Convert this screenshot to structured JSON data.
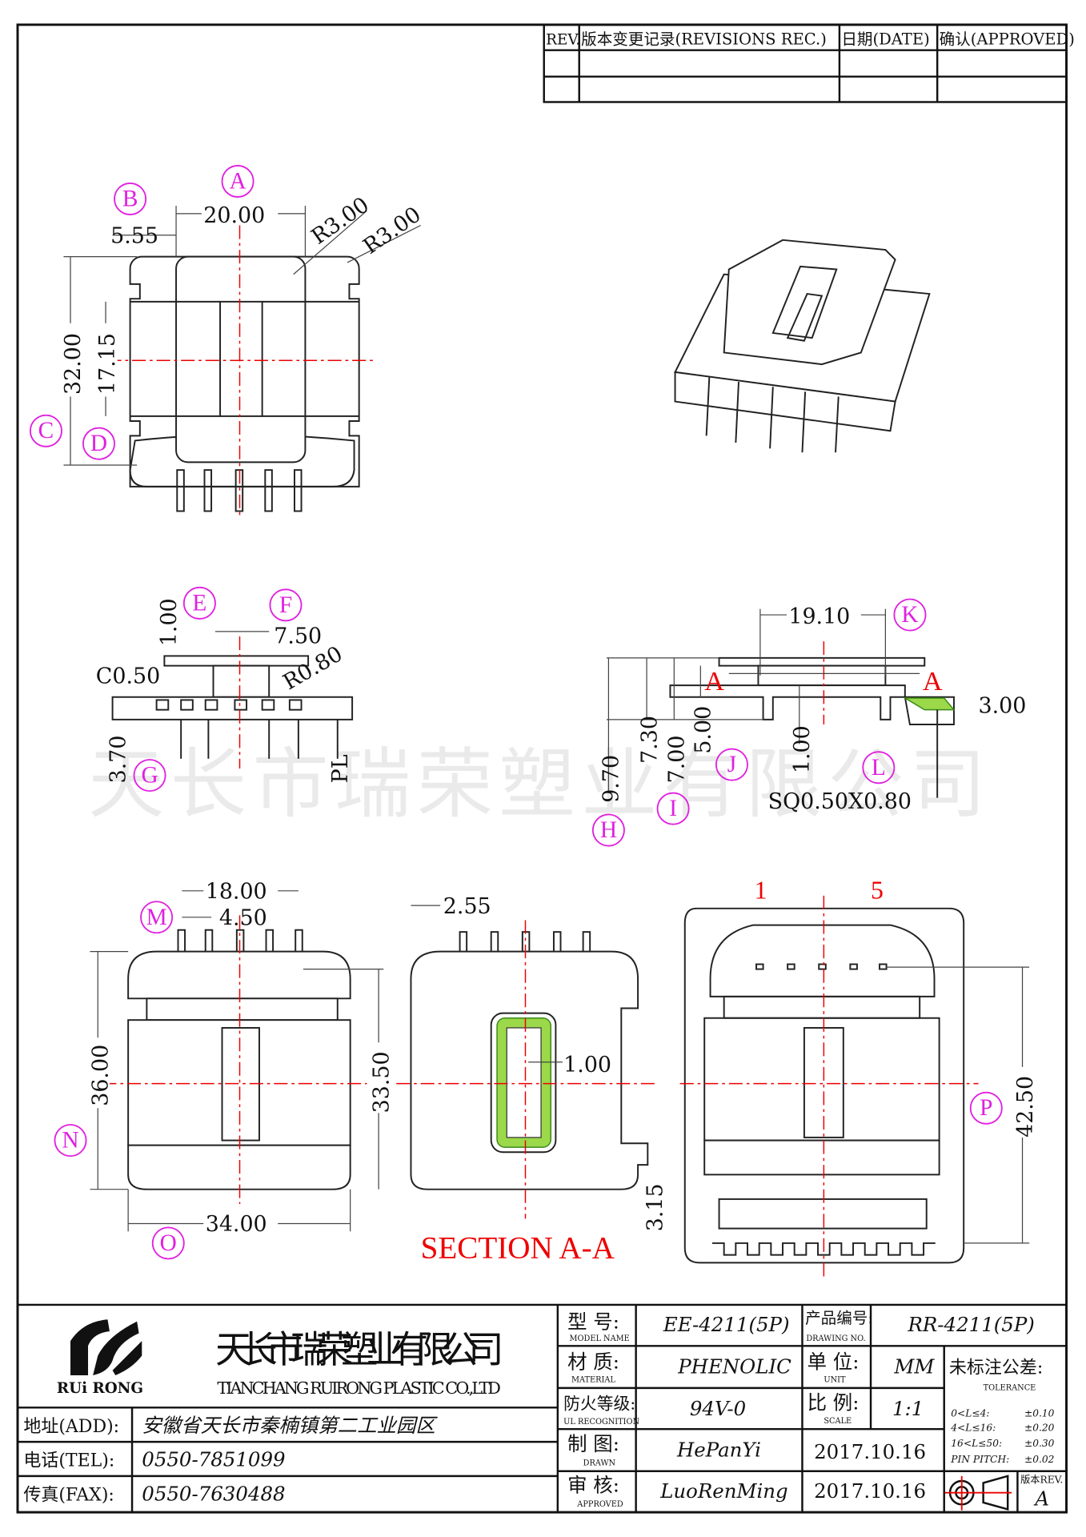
{
  "revisions": {
    "headers": [
      "REV.",
      "版本变更记录(REVISIONS REC.)",
      "日期(DATE)",
      "确认(APPROVED)"
    ],
    "rows": [
      [
        "",
        "",
        "",
        ""
      ],
      [
        "",
        "",
        "",
        ""
      ]
    ]
  },
  "callouts": {
    "A": "A",
    "B": "B",
    "C": "C",
    "D": "D",
    "E": "E",
    "F": "F",
    "G": "G",
    "H": "H",
    "I": "I",
    "J": "J",
    "K": "K",
    "L": "L",
    "M": "M",
    "N": "N",
    "O": "O",
    "P": "P"
  },
  "top_view": {
    "width": "20.00",
    "offset": "5.55",
    "radius1": "R3.00",
    "radius2": "R3.00",
    "height": "32.00",
    "window": "17.15"
  },
  "side_view_left": {
    "flange": "1.00",
    "top_width": "7.50",
    "chamfer": "C0.50",
    "radius": "R0.80",
    "base": "3.70",
    "pin_length": "PL"
  },
  "side_view_right": {
    "width": "19.10",
    "h1": "9.70",
    "h2": "7.30",
    "h3": "7.00",
    "h4": "5.00",
    "gap": "1.00",
    "pin_offset": "3.00",
    "pin_size": "SQ0.50X0.80",
    "section_mark": "A"
  },
  "front_view": {
    "pin_span": "18.00",
    "pin_pitch": "4.50",
    "height": "36.00",
    "inner_height": "33.50",
    "width": "34.00"
  },
  "section_view": {
    "pin_offset": "2.55",
    "wall": "1.00",
    "foot": "3.15",
    "label": "SECTION A-A"
  },
  "bottom_view": {
    "pin_first": "1",
    "pin_last": "5",
    "height": "42.50"
  },
  "watermark": "天长市瑞荣塑业有限公司",
  "title_block": {
    "logo_text": "RUi RONG",
    "company_cn": "天长市瑞荣塑业有限公司",
    "company_en": "TIANCHANG RUIRONG PLASTIC CO.,LTD",
    "address_label": "地址(ADD):",
    "address": "安徽省天长市秦楠镇第二工业园区",
    "tel_label": "电话(TEL):",
    "tel": "0550-7851099",
    "fax_label": "传真(FAX):",
    "fax": "0550-7630488",
    "model_label": "型 号:",
    "model_label_en": "MODEL NAME",
    "model": "EE-4211(5P)",
    "drawing_no_label": "产品编号:",
    "drawing_no_label_en": "DRAWING NO.",
    "drawing_no": "RR-4211(5P)",
    "material_label": "材 质:",
    "material_label_en": "MATERIAL",
    "material": "PHENOLIC",
    "unit_label": "单 位:",
    "unit_label_en": "UNIT",
    "unit": "MM",
    "ul_label": "防火等级:",
    "ul_label_en": "UL RECOGNITION",
    "ul": "94V-0",
    "scale_label": "比 例:",
    "scale_label_en": "SCALE",
    "scale": "1:1",
    "drawn_label": "制 图:",
    "drawn_label_en": "DRAWN",
    "drawn": "HePanYi",
    "drawn_date": "2017.10.16",
    "approved_label": "审 核:",
    "approved_label_en": "APPROVED",
    "approved": "LuoRenMing",
    "approved_date": "2017.10.16",
    "tolerance_label": "未标注公差:",
    "tolerance_label_en": "TOLERANCE",
    "tolerances": [
      {
        "range": "0<L≤4:",
        "value": "±0.10"
      },
      {
        "range": "4<L≤16:",
        "value": "±0.20"
      },
      {
        "range": "16<L≤50:",
        "value": "±0.30"
      },
      {
        "range": "PIN PITCH:",
        "value": "±0.02"
      }
    ],
    "rev_label": "版本REV.",
    "rev": "A",
    "projection_icon": "first-angle-projection-icon"
  },
  "colors": {
    "callout": "#e020e0",
    "centerline": "#e00000",
    "section_fill": "#9bd84a"
  }
}
